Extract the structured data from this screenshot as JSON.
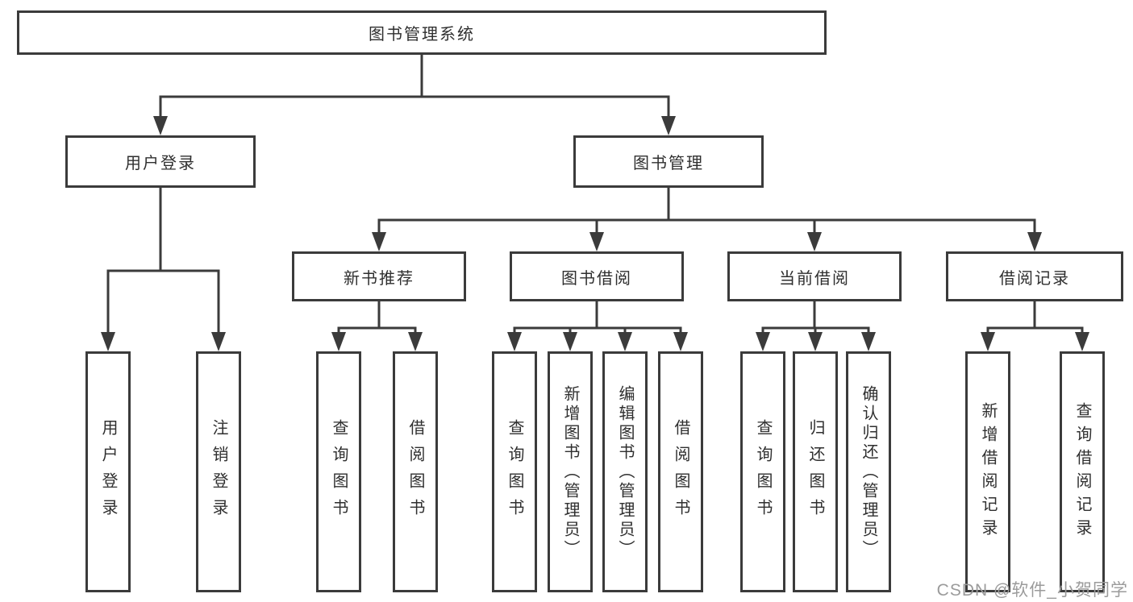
{
  "diagram_type": "hierarchy-tree",
  "tree": {
    "label": "图书管理系统",
    "children": [
      {
        "label": "用户登录",
        "children": [
          {
            "label": "用户登录"
          },
          {
            "label": "注销登录"
          }
        ]
      },
      {
        "label": "图书管理",
        "children": [
          {
            "label": "新书推荐",
            "children": [
              {
                "label": "查询图书"
              },
              {
                "label": "借阅图书"
              }
            ]
          },
          {
            "label": "图书借阅",
            "children": [
              {
                "label": "查询图书"
              },
              {
                "label": "新增图书（管理员）"
              },
              {
                "label": "编辑图书（管理员）"
              },
              {
                "label": "借阅图书"
              }
            ]
          },
          {
            "label": "当前借阅",
            "children": [
              {
                "label": "查询图书"
              },
              {
                "label": "归还图书"
              },
              {
                "label": "确认归还（管理员）"
              }
            ]
          },
          {
            "label": "借阅记录",
            "children": [
              {
                "label": "新增借阅记录"
              },
              {
                "label": "查询借阅记录"
              }
            ]
          }
        ]
      }
    ]
  },
  "watermark": {
    "text": "CSDN @软件_小贺同学"
  },
  "colors": {
    "line": "#3b3b3b",
    "box_border": "#3b3b3b",
    "text": "#2f2f2f",
    "watermark": "#9b9b9b",
    "background": "#ffffff"
  }
}
